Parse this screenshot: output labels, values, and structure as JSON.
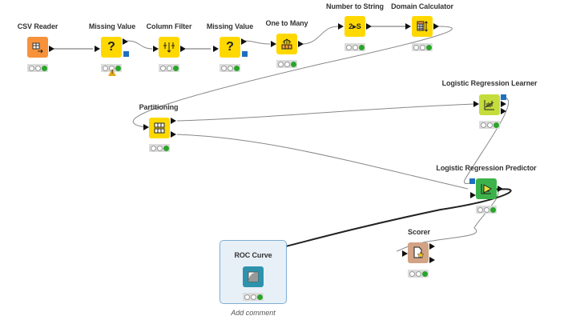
{
  "workflow": {
    "colors": {
      "source": "#f7923a",
      "manipulator": "#ffd800",
      "learner": "#c5dd3a",
      "predictor": "#3cb34a",
      "visualizer": "#2d93ad",
      "other": "#d2a384",
      "flow_port": "#1f6fbf",
      "status_green": "#2aa52a",
      "annotation_bg": "#e8f0f7"
    },
    "nodes": [
      {
        "id": "csv-reader",
        "label": "CSV Reader",
        "icon": "table-arrow-icon",
        "status": "executed"
      },
      {
        "id": "missing-value-1",
        "label": "Missing Value",
        "icon": "question-mark-icon",
        "status": "executed",
        "warning": true
      },
      {
        "id": "column-filter",
        "label": "Column Filter",
        "icon": "column-filter-icon",
        "status": "executed"
      },
      {
        "id": "missing-value-2",
        "label": "Missing Value",
        "icon": "question-mark-icon",
        "status": "executed"
      },
      {
        "id": "one-to-many",
        "label": "One to Many",
        "icon": "one-to-many-icon",
        "status": "executed"
      },
      {
        "id": "number-to-string",
        "label": "Number to String",
        "icon": "number-to-string-icon",
        "icon_text": "2▸S",
        "status": "executed"
      },
      {
        "id": "domain-calculator",
        "label": "Domain Calculator",
        "icon": "domain-table-icon",
        "status": "executed"
      },
      {
        "id": "partitioning",
        "label": "Partitioning",
        "icon": "partition-icon",
        "status": "executed"
      },
      {
        "id": "lr-learner",
        "label": "Logistic Regression Learner",
        "icon": "regression-learner-icon",
        "status": "executed"
      },
      {
        "id": "lr-predictor",
        "label": "Logistic Regression Predictor",
        "icon": "predictor-icon",
        "status": "executed"
      },
      {
        "id": "scorer",
        "label": "Scorer",
        "icon": "scorer-icon",
        "status": "executed"
      },
      {
        "id": "roc-curve",
        "label": "ROC Curve",
        "icon": "roc-curve-icon",
        "status": "executed"
      }
    ],
    "annotation": {
      "comment": "Add comment"
    }
  }
}
